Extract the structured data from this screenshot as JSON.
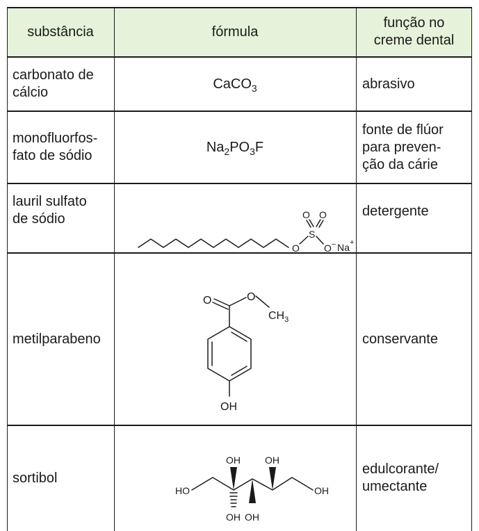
{
  "header": {
    "col1": "substância",
    "col2": "fórmula",
    "col3": "função no\ncreme dental"
  },
  "rows": [
    {
      "substance": "carbonato de\ncálcio",
      "formula": {
        "main": "CaCO",
        "sub": "3"
      },
      "function": "abrasivo"
    },
    {
      "substance": "monofluorfos-\nfato de sódio",
      "formula": {
        "p1": "Na",
        "s1": "2",
        "p2": "PO",
        "s2": "3",
        "p3": "F"
      },
      "function": "fonte de flúor\npara preven-\nção da cárie"
    },
    {
      "substance": "lauril sulfato\nde sódio",
      "structure_labels": {
        "o1": "O",
        "o2": "O",
        "s": "S",
        "o3": "O",
        "o4": "O",
        "minus": "−",
        "na": "Na",
        "plus": "+"
      },
      "function": "detergente"
    },
    {
      "substance": "metilparabeno",
      "structure_labels": {
        "o_carbonyl": "O",
        "o_ester": "O",
        "ch": "CH",
        "ch_sub": "3",
        "oh": "OH"
      },
      "function": "conservante"
    },
    {
      "substance": "sortibol",
      "structure_labels": {
        "ho": "HO",
        "oh1": "OH",
        "oh2": "OH",
        "oh3": "OH",
        "oh4": "OH",
        "oh5": "OH"
      },
      "function": "edulcorante/\numectante"
    }
  ],
  "colors": {
    "header_bg": "#e6f2d9",
    "line": "#1a1a1a"
  }
}
